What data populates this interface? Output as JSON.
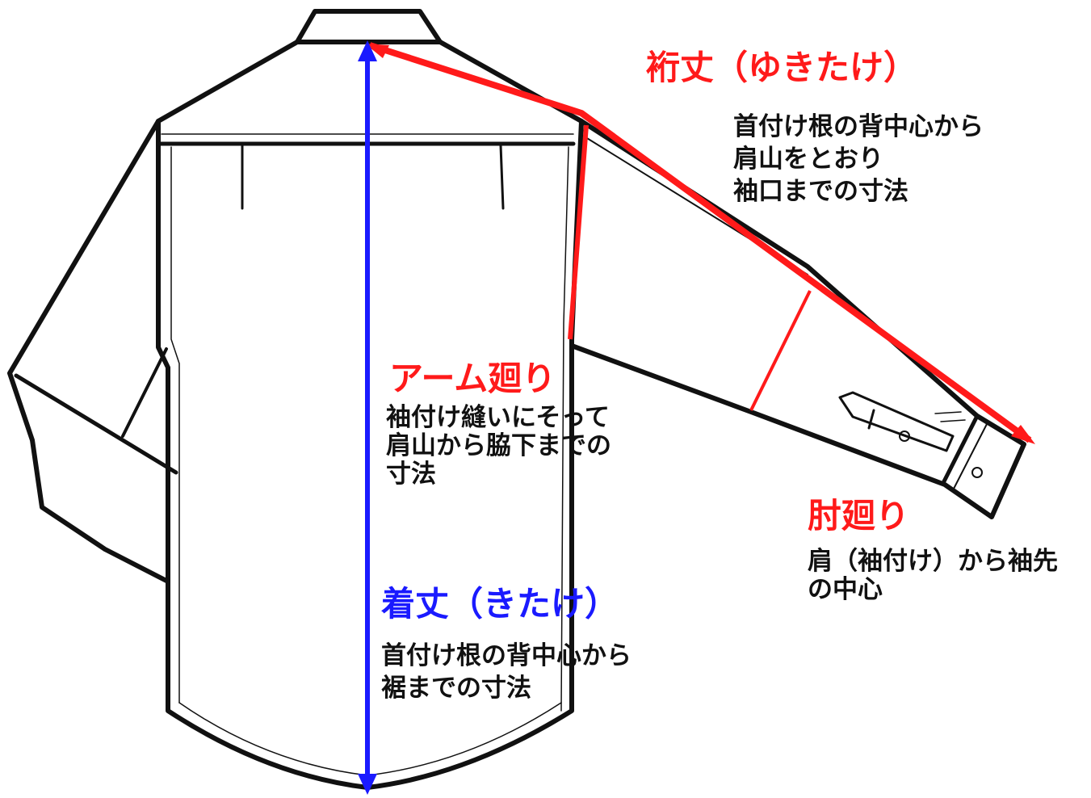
{
  "colors": {
    "red": "#ff1a1a",
    "blue": "#1a1aff",
    "outline": "#111111"
  },
  "yukitake": {
    "title": "裄丈（ゆきたけ）",
    "lines": [
      "首付け根の背中心から",
      "肩山をとおり",
      "袖口までの寸法"
    ]
  },
  "arm": {
    "title": "アーム廻り",
    "lines": [
      "袖付け縫いにそって",
      "肩山から脇下までの",
      "寸法"
    ]
  },
  "elbow": {
    "title": "肘廻り",
    "lines": [
      "肩（袖付け）から袖先",
      "の中心"
    ]
  },
  "kitake": {
    "title": "着丈（きたけ）",
    "lines": [
      "首付け根の背中心から",
      "裾までの寸法"
    ]
  }
}
